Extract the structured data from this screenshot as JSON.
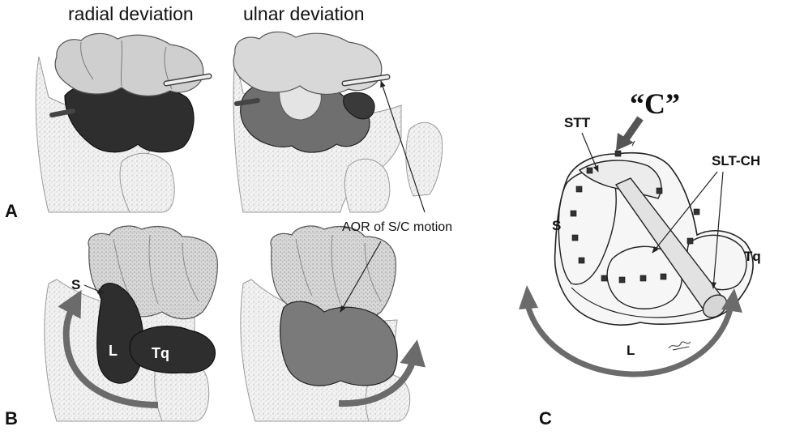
{
  "panels": {
    "a": {
      "letter": "A",
      "left_title": "radial deviation",
      "right_title": "ulnar deviation"
    },
    "b": {
      "letter": "B",
      "label_s": "S",
      "label_l": "L",
      "label_tq": "Tq",
      "axis_label": "AOR of S/C motion"
    },
    "c": {
      "letter": "C",
      "label_c": "“C”",
      "label_stt": "STT",
      "label_sltch": "SLT-CH",
      "label_s": "S",
      "label_tq": "Tq",
      "label_l": "L"
    }
  },
  "colors": {
    "dark_bone": "#2e2e2e",
    "mid_bone": "#6f6f6f",
    "light_bone": "#cfcfcf",
    "pale_bone": "#ececec",
    "arrow": "#6b6b6b",
    "line": "#222222"
  }
}
